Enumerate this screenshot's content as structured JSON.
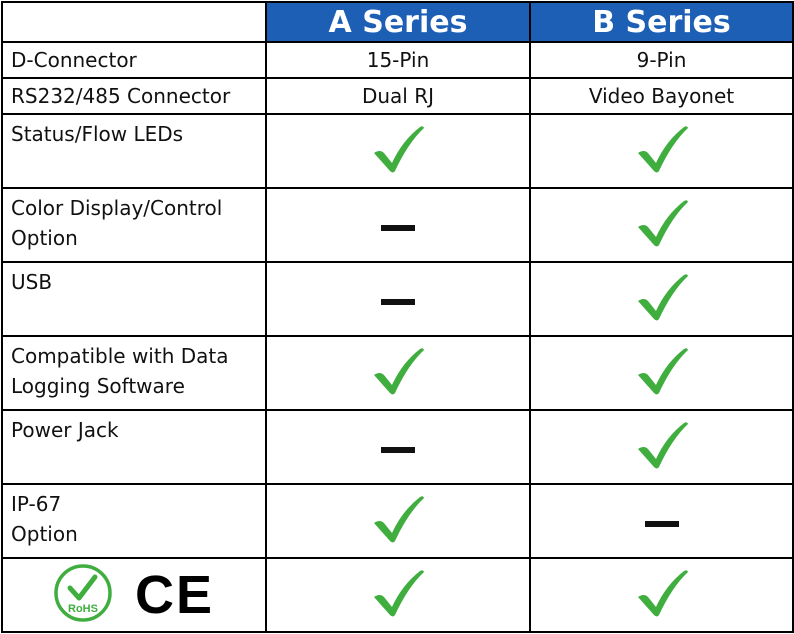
{
  "header": {
    "col_a": "A Series",
    "col_b": "B Series"
  },
  "rows": [
    {
      "feature": "D-Connector",
      "a": "15-Pin",
      "b": "9-Pin"
    },
    {
      "feature": "RS232/485 Connector",
      "a": "Dual RJ",
      "b": "Video Bayonet"
    },
    {
      "feature": "Status/Flow LEDs",
      "a": "check",
      "b": "check"
    },
    {
      "feature_lines": [
        "Color Display/Control",
        "Option"
      ],
      "a": "dash",
      "b": "check"
    },
    {
      "feature": "USB",
      "a": "dash",
      "b": "check"
    },
    {
      "feature_lines": [
        "Compatible with Data",
        "Logging Software"
      ],
      "a": "check",
      "b": "check"
    },
    {
      "feature": "Power Jack",
      "a": "dash",
      "b": "check"
    },
    {
      "feature_lines": [
        "IP-67",
        "Option"
      ],
      "a": "check",
      "b": "dash"
    },
    {
      "logos": {
        "rohs": "RoHS",
        "ce": "CE"
      },
      "a": "check",
      "b": "check"
    }
  ],
  "colors": {
    "header_bg": "#1c5fb5",
    "check": "#3fae3f"
  },
  "icons": {
    "yes": "checkmark-icon",
    "no": "dash-icon"
  }
}
